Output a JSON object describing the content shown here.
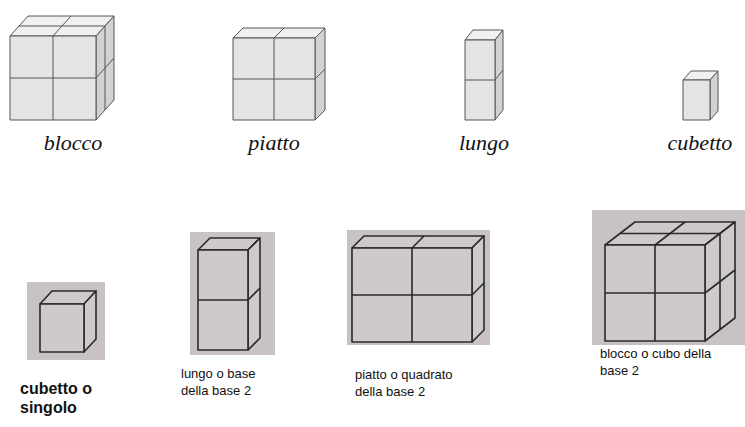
{
  "diagram": {
    "labels": [
      "blocco",
      "piatto",
      "lungo",
      "cubetto",
      "cubetto o singolo",
      "lungo o base della base 2",
      "piatto o quadrato della base 2",
      "blocco o cubo della base 2"
    ]
  }
}
